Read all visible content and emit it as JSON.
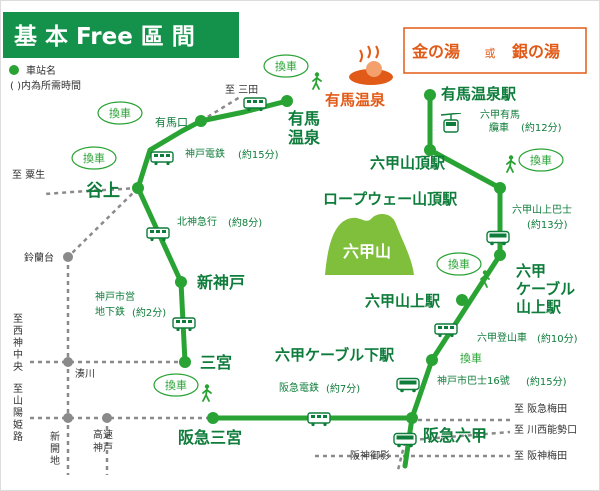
{
  "header": {
    "title": "基 本 Free 區 間",
    "legend_station": "車站名",
    "legend_time": "(  )内為所需時間"
  },
  "onsen": {
    "name": "有馬温泉",
    "bath_gold": "金の湯",
    "bath_or": "或",
    "bath_silver": "銀の湯"
  },
  "mountain": {
    "name": "六甲山"
  },
  "transfer_label": "換車",
  "stations": {
    "arimaguchi": "有馬口",
    "arima_onsen_l1": "有馬",
    "arima_onsen_l2": "温泉",
    "tanigami": "谷上",
    "shinkobe": "新神戸",
    "sannomiya": "三宮",
    "hankyu_sannomiya": "阪急三宮",
    "hankyu_rokko": "阪急六甲",
    "arima_onsen_eki": "有馬温泉駅",
    "rokkosan_chojo_eki": "六甲山頂駅",
    "ropeway_chojo_eki": "ロープウェー山頂駅",
    "cable_sanjo_l1": "六甲",
    "cable_sanjo_l2": "ケーブル",
    "cable_sanjo_l3": "山上駅",
    "rokkosan_jo_eki": "六甲山上駅",
    "cable_shita_eki": "六甲ケーブル下駅",
    "minatogawa": "湊川",
    "suzurandai": "鈴蘭台",
    "shinkaichi": "新開地",
    "kosoku_kobe_l1": "高速",
    "kosoku_kobe_l2": "神戸",
    "hanshin_mikage": "阪神御影"
  },
  "lines": {
    "kobe_dentetsu": "神戸電鉄",
    "kobe_dentetsu_time": "(約15分)",
    "hokushin": "北神急行",
    "hokushin_time": "(約8分)",
    "subway_l1": "神戸市営",
    "subway_l2": "地下鉄",
    "subway_time": "(約2分)",
    "hankyu": "阪急電鉄",
    "hankyu_time": "(約7分)",
    "rokko_arima_ropeway_l1": "六甲有馬",
    "rokko_arima_ropeway_l2": "纜車",
    "rokko_arima_ropeway_time": "(約12分)",
    "rokko_bus_l1": "六甲山上巴士",
    "rokko_bus_time": "(約13分)",
    "cable_car": "六甲登山車",
    "cable_car_time": "(約10分)",
    "city_bus": "神戸市巴士16號",
    "city_bus_time": "(約15分)"
  },
  "destinations": {
    "to_sanda": "至 三田",
    "to_awao": "至 粟生",
    "to_nishi_l1": "至",
    "to_nishi_l2": "西",
    "to_nishi_l3": "神",
    "to_nishi_l4": "中",
    "to_nishi_l5": "央",
    "to_himeji_l1": "至",
    "to_himeji_l2": "山",
    "to_himeji_l3": "陽",
    "to_himeji_l4": "姫",
    "to_himeji_l5": "路",
    "to_hankyu_umeda": "至 阪急梅田",
    "to_kawanishi": "至 川西能勢口",
    "to_hanshin_umeda": "至 阪神梅田"
  },
  "colors": {
    "green": "#2aa335",
    "dark_green": "#0e7c3a",
    "header_bg": "#14914a",
    "gray": "#8a8a8a",
    "orange": "#e25a17",
    "mountain": "#7fbf3b"
  }
}
